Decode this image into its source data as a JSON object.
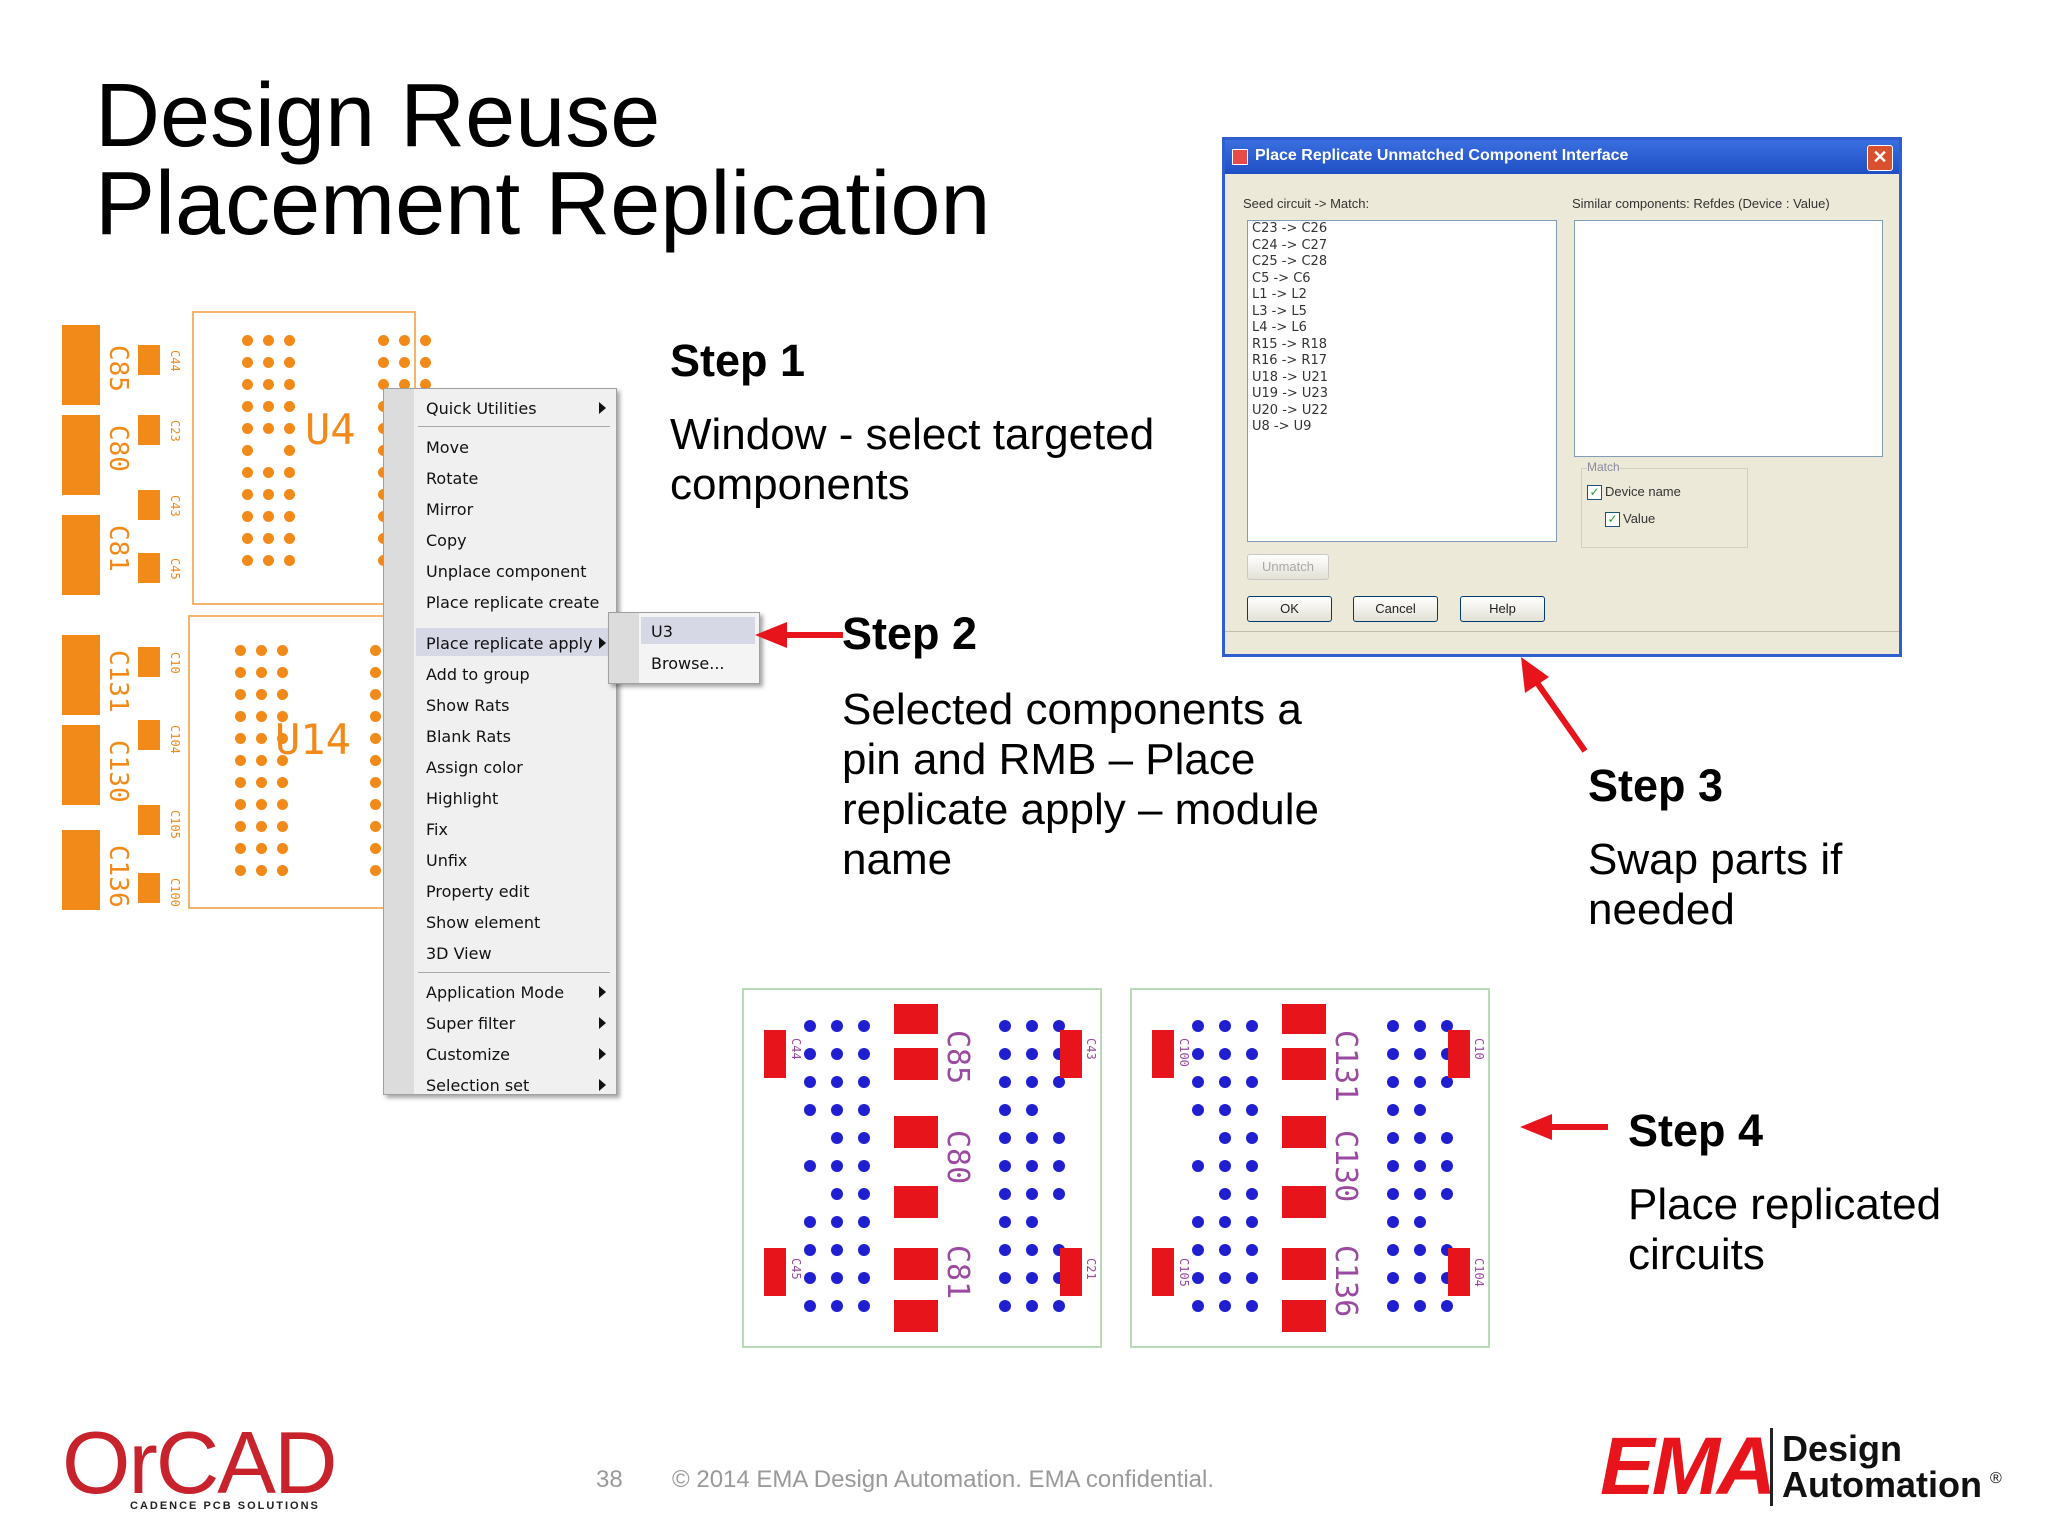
{
  "title": {
    "line1": "Design Reuse",
    "line2": "Placement Replication"
  },
  "steps": [
    {
      "heading": "Step 1",
      "body": "Window - select targeted components"
    },
    {
      "heading": "Step 2",
      "body": "Selected components a pin and RMB – Place replicate apply – module name"
    },
    {
      "heading": "Step 3",
      "body": "Swap parts if needed"
    },
    {
      "heading": "Step 4",
      "body": "Place replicated circuits"
    }
  ],
  "pcb1": {
    "modules": [
      "U4",
      "U14"
    ],
    "refs": [
      "C85",
      "C80",
      "C81",
      "C131",
      "C130",
      "C136"
    ],
    "small_refs": [
      "C44",
      "C23",
      "C43",
      "C45",
      "C10",
      "C104",
      "C105",
      "C100"
    ]
  },
  "context_menu": {
    "items": [
      {
        "label": "Quick Utilities",
        "submenu": true
      },
      {
        "label": "Move"
      },
      {
        "label": "Rotate"
      },
      {
        "label": "Mirror"
      },
      {
        "label": "Copy"
      },
      {
        "label": "Unplace component"
      },
      {
        "label": "Place replicate create"
      },
      {
        "label": "Place replicate apply",
        "submenu": true,
        "selected": true
      },
      {
        "label": "Add to group"
      },
      {
        "label": "Show Rats"
      },
      {
        "label": "Blank Rats"
      },
      {
        "label": "Assign color"
      },
      {
        "label": "Highlight"
      },
      {
        "label": "Fix"
      },
      {
        "label": "Unfix"
      },
      {
        "label": "Property edit"
      },
      {
        "label": "Show element"
      },
      {
        "label": "3D View"
      },
      {
        "label": "Application Mode",
        "submenu": true
      },
      {
        "label": "Super filter",
        "submenu": true
      },
      {
        "label": "Customize",
        "submenu": true
      },
      {
        "label": "Selection set",
        "submenu": true
      }
    ],
    "submenu_items": [
      "U3",
      "Browse..."
    ]
  },
  "dialog": {
    "title": "Place Replicate Unmatched Component Interface",
    "close_glyph": "✕",
    "seed_label": "Seed circuit -> Match:",
    "similar_label": "Similar components:  Refdes (Device : Value)",
    "matches": [
      "C23 -> C26",
      "C24 -> C27",
      "C25 -> C28",
      "C5 -> C6",
      "L1 -> L2",
      "L3 -> L5",
      "L4 -> L6",
      "R15 -> R18",
      "R16 -> R17",
      "U18 -> U21",
      "U19 -> U23",
      "U20 -> U22",
      "U8 -> U9"
    ],
    "match_group_label": "Match",
    "checkbox_device": "Device name",
    "checkbox_value": "Value",
    "check_glyph": "✓",
    "unmatch_button": "Unmatch",
    "ok_button": "OK",
    "cancel_button": "Cancel",
    "help_button": "Help"
  },
  "pcb2": {
    "left_refs": [
      "C85",
      "C80",
      "C81"
    ],
    "right_refs": [
      "C131",
      "C130",
      "C136"
    ],
    "left_small": [
      "C44",
      "C43",
      "C45",
      "C21"
    ],
    "right_small": [
      "C100",
      "C10",
      "C105",
      "C104"
    ]
  },
  "footer": {
    "page_number": "38",
    "copyright": "© 2014 EMA Design Automation. EMA confidential.",
    "orcad_logo": "OrCAD",
    "orcad_tagline": "CADENCE PCB SOLUTIONS",
    "ema_logo": "EMA",
    "ema_design": "Design",
    "ema_automation": "Automation",
    "ema_reg": "®"
  },
  "colors": {
    "accent_red": "#e8141c",
    "pcb_orange": "#f28a1a",
    "pcb_blue": "#1f1fd0",
    "xp_blue": "#2f5fcf",
    "orcad_red": "#c8232c"
  }
}
